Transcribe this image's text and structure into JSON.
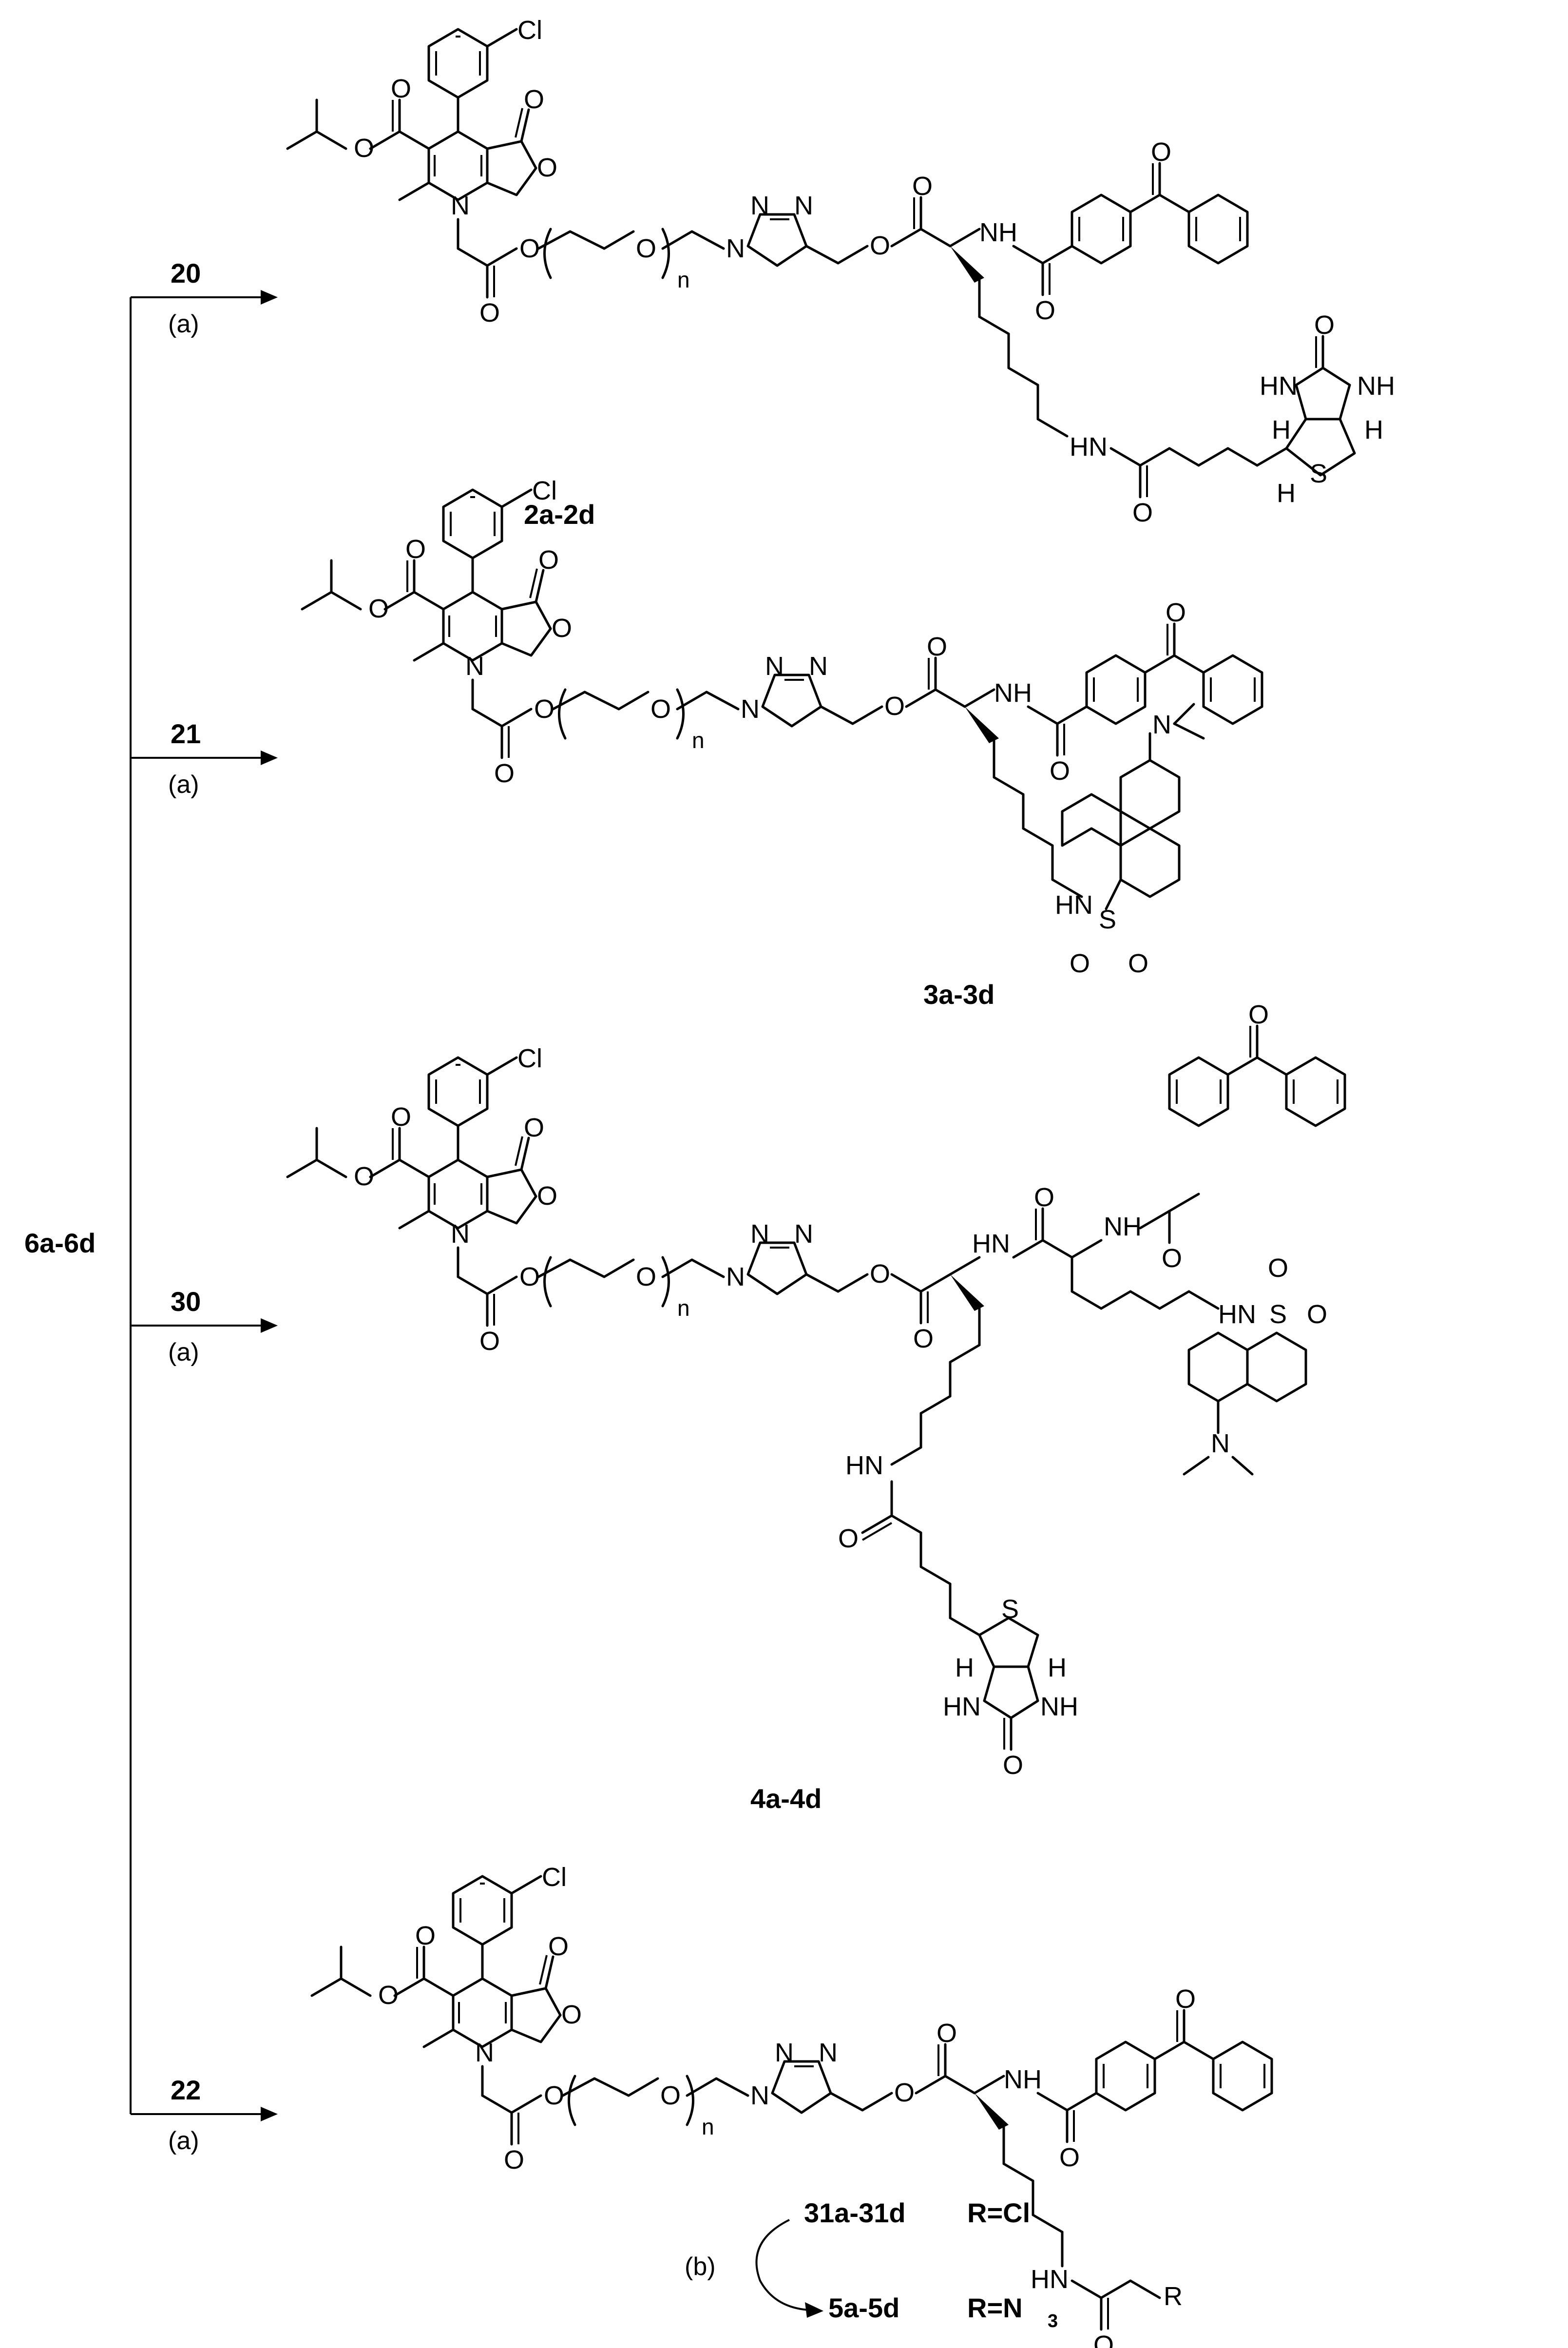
{
  "reagents": {
    "starting_material": "6a-6d",
    "condition_a": "(a)",
    "condition_b": "(b)",
    "r20": "20",
    "r21": "21",
    "r30": "30",
    "r22": "22"
  },
  "products": {
    "p2": "2a-2d",
    "p3": "3a-3d",
    "p4": "4a-4d",
    "p31": "31a-31d",
    "p5": "5a-5d",
    "p31_r": "R=Cl",
    "p5_r": "R=N"
  },
  "atoms": {
    "Cl": "Cl",
    "O": "O",
    "N": "N",
    "n": "n",
    "H": "H",
    "S": "S",
    "NH": "NH",
    "HN": "HN",
    "R": "R",
    "sub3": "3"
  }
}
